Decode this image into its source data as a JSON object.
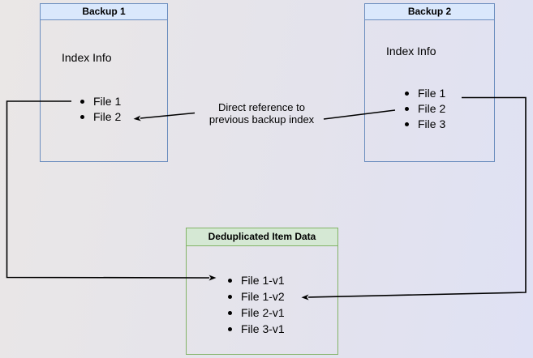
{
  "diagram": {
    "background": {
      "gradient_start": "#eae7e6",
      "gradient_end": "#dfe1f4"
    },
    "colors": {
      "blue_fill": "#dae8fc",
      "blue_border": "#6c8ebf",
      "green_fill": "#d5e8d4",
      "green_border": "#82b366",
      "arrow": "#000000",
      "text": "#000000"
    },
    "backup1": {
      "title": "Backup 1",
      "body_label": "Index Info",
      "files": [
        "File 1",
        "File 2"
      ]
    },
    "backup2": {
      "title": "Backup 2",
      "body_label": "Index Info",
      "files": [
        "File 1",
        "File 2",
        "File 3"
      ]
    },
    "dedup": {
      "title": "Deduplicated Item Data",
      "items": [
        "File 1-v1",
        "File 1-v2",
        "File 2-v1",
        "File 3-v1"
      ]
    },
    "annotation": {
      "line1": "Direct reference to",
      "line2": "previous backup index"
    }
  }
}
